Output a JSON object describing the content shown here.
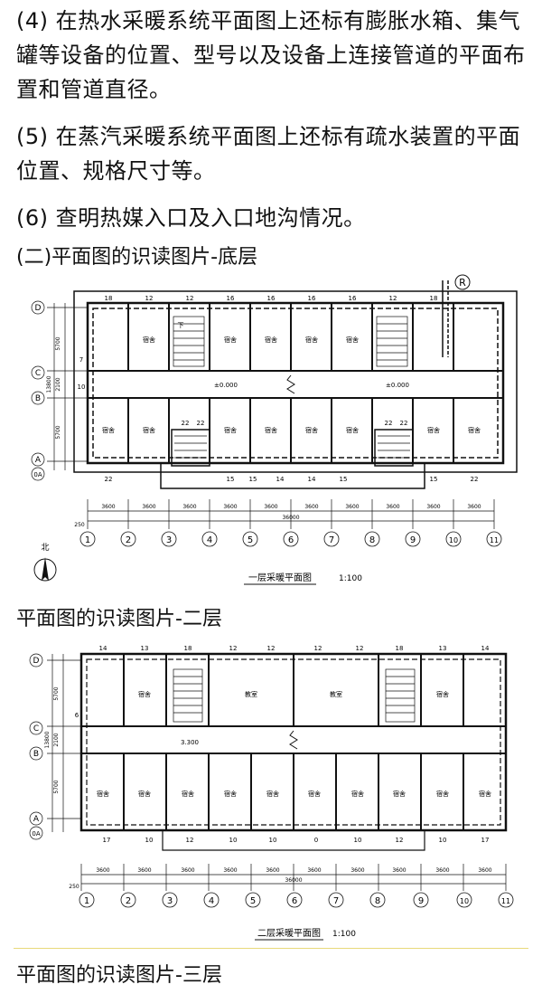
{
  "paragraphs": [
    "(4) 在热水采暖系统平面图上还标有膨胀水箱、集气罐等设备的位置、型号以及设备上连接管道的平面布置和管道直径。",
    "(5) 在蒸汽采暖系统平面图上还标有疏水装置的平面位置、规格尺寸等。",
    "(6) 查明热媒入口及入口地沟情况。"
  ],
  "headings": {
    "ground": "(二)平面图的识读图片-底层",
    "second": "平面图的识读图片-二层",
    "third": "平面图的识读图片-三层"
  },
  "plan1": {
    "title": "一层采暖平面图",
    "scale": "1:100",
    "north": "北",
    "entry_mark": "R",
    "axes_h": [
      "1",
      "2",
      "3",
      "4",
      "5",
      "6",
      "7",
      "8",
      "9",
      "10",
      "11"
    ],
    "axes_v": [
      "D",
      "C",
      "B",
      "A",
      "0A"
    ],
    "top_counts": [
      "18",
      "12",
      "12",
      "16",
      "16",
      "16",
      "16",
      "12",
      "18"
    ],
    "mid_counts": [
      "22",
      "22",
      "22",
      "22"
    ],
    "bottom_counts": [
      "22",
      "15",
      "15",
      "14",
      "14",
      "15",
      "15",
      "22"
    ],
    "dims": [
      "3600",
      "3600",
      "3600",
      "3600",
      "3600",
      "3600",
      "3600",
      "3600",
      "3600",
      "3600"
    ],
    "total": "36000",
    "v_dims": [
      "5700",
      "2100",
      "5700"
    ],
    "total_v": "13800",
    "small_dim": "250",
    "room_label": "宿舍",
    "level": "±0.000",
    "stair_label": "下",
    "side_counts": [
      "7",
      "10"
    ]
  },
  "plan2": {
    "title": "二层采暖平面图",
    "scale": "1:100",
    "axes_h": [
      "1",
      "2",
      "3",
      "4",
      "5",
      "6",
      "7",
      "8",
      "9",
      "10",
      "11"
    ],
    "axes_v": [
      "D",
      "C",
      "B",
      "A",
      "0A"
    ],
    "top_counts": [
      "14",
      "13",
      "18",
      "12",
      "12",
      "12",
      "12",
      "18",
      "13",
      "14"
    ],
    "bottom_counts": [
      "17",
      "10",
      "12",
      "10",
      "10",
      "0",
      "10",
      "12",
      "10",
      "17"
    ],
    "dims": [
      "3600",
      "3600",
      "3600",
      "3600",
      "3600",
      "3600",
      "3600",
      "3600",
      "3600",
      "3600"
    ],
    "total": "36000",
    "v_dims": [
      "5700",
      "2100",
      "5700"
    ],
    "total_v": "13800",
    "small_dim": "250",
    "room_label": "宿舍",
    "hall_label": "教室",
    "level": "3.300",
    "side_counts": [
      "6"
    ]
  }
}
